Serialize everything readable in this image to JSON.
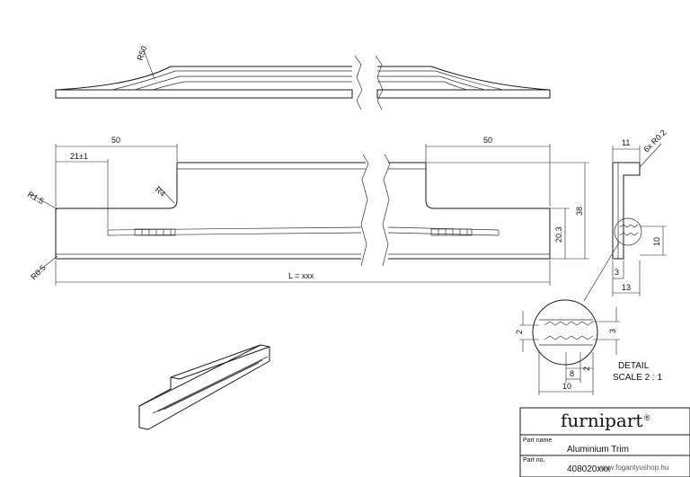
{
  "dimensions": {
    "radius_50": "R50",
    "left_50": "50",
    "right_50": "50",
    "offset_21": "21±1",
    "radius_4": "R4",
    "radius_15": "R1.5",
    "radius_05": "R0.5",
    "height_203": "20.3",
    "height_38": "38",
    "length": "L = xxx",
    "side_11": "11",
    "radius_6x": "6x R0.2",
    "side_10": "10",
    "side_3": "3",
    "side_13": "13",
    "detail_2a": "2",
    "detail_3": "3",
    "detail_8": "8",
    "detail_2b": "2",
    "detail_10": "10"
  },
  "detail": {
    "title": "DETAIL",
    "scale": "SCALE 2 : 1"
  },
  "title_block": {
    "brand": "furnipart",
    "registered": "®",
    "part_name_label": "Part name",
    "part_name": "Aluminium Trim",
    "part_no_label": "Part no.",
    "part_no": "408020xxx",
    "watermark": "www.fogantyushop.hu"
  }
}
